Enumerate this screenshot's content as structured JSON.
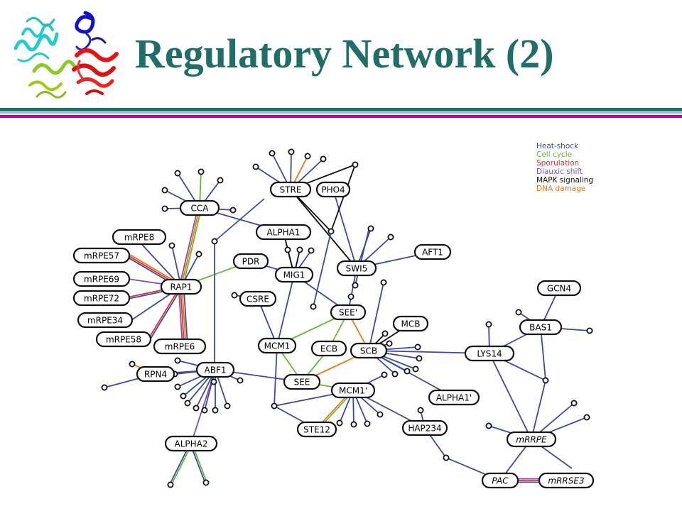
{
  "title": "Regulatory Network (2)",
  "colors": {
    "title": "#1f6e68",
    "rule_top": "#1f6e68",
    "rule_mid": "#7fd0d0",
    "rule_bottom": "#c000a0",
    "edge_default": "#3a4aa8"
  },
  "legend": [
    {
      "label": "Heat-shock",
      "color": "#3a4aa8"
    },
    {
      "label": "Cell cycle",
      "color": "#66bb33"
    },
    {
      "label": "Sporulation",
      "color": "#e03030"
    },
    {
      "label": "Diauxic shift",
      "color": "#8050b0"
    },
    {
      "label": "MAPK signaling",
      "color": "#111111"
    },
    {
      "label": "DNA damage",
      "color": "#ee7711"
    }
  ],
  "nodes": [
    {
      "id": "CCA",
      "label": "CCA"
    },
    {
      "id": "STRE",
      "label": "STRE"
    },
    {
      "id": "PHO4",
      "label": "PHO4"
    },
    {
      "id": "ALPHA1",
      "label": "ALPHA1"
    },
    {
      "id": "mRPE8",
      "label": "mRPE8"
    },
    {
      "id": "mRPE57",
      "label": "mRPE57"
    },
    {
      "id": "mRPE69",
      "label": "mRPE69"
    },
    {
      "id": "mRPE72",
      "label": "mRPE72"
    },
    {
      "id": "mRPE34",
      "label": "mRPE34"
    },
    {
      "id": "mRPE58",
      "label": "mRPE58"
    },
    {
      "id": "mRPE6",
      "label": "mRPE6"
    },
    {
      "id": "RAP1",
      "label": "RAP1"
    },
    {
      "id": "PDR",
      "label": "PDR"
    },
    {
      "id": "MIG1",
      "label": "MIG1"
    },
    {
      "id": "SWI5",
      "label": "SWI5"
    },
    {
      "id": "AFT1",
      "label": "AFT1"
    },
    {
      "id": "CSRE",
      "label": "CSRE"
    },
    {
      "id": "SEE1",
      "label": "SEE'"
    },
    {
      "id": "MCB",
      "label": "MCB"
    },
    {
      "id": "MCM1",
      "label": "MCM1"
    },
    {
      "id": "ECB",
      "label": "ECB"
    },
    {
      "id": "SCB",
      "label": "SCB"
    },
    {
      "id": "GCN4",
      "label": "GCN4"
    },
    {
      "id": "BAS1",
      "label": "BAS1"
    },
    {
      "id": "LYS14",
      "label": "LYS14"
    },
    {
      "id": "RPN4",
      "label": "RPN4"
    },
    {
      "id": "ABF1",
      "label": "ABF1"
    },
    {
      "id": "SEE",
      "label": "SEE"
    },
    {
      "id": "MCM1b",
      "label": "MCM1'"
    },
    {
      "id": "ALPHA1b",
      "label": "ALPHA1'"
    },
    {
      "id": "STE12",
      "label": "STE12"
    },
    {
      "id": "HAP234",
      "label": "HAP234"
    },
    {
      "id": "mRRPE",
      "label": "mRRPE"
    },
    {
      "id": "ALPHA2",
      "label": "ALPHA2"
    },
    {
      "id": "PAC",
      "label": "PAC"
    },
    {
      "id": "mRRSE3",
      "label": "mRRSE3"
    }
  ],
  "edges": [
    {
      "from": "CCA",
      "to": "RAP1",
      "colors": [
        "green",
        "orange",
        "purple"
      ]
    },
    {
      "from": "CCA",
      "to": "ALPHA1",
      "colors": [
        "blue"
      ]
    },
    {
      "from": "PDR",
      "to": "RAP1",
      "colors": [
        "green"
      ]
    },
    {
      "from": "PDR",
      "to": "MIG1",
      "colors": [
        "blue"
      ]
    },
    {
      "from": "ALPHA1",
      "to": "MIG1",
      "colors": [
        "black"
      ]
    },
    {
      "from": "STRE",
      "to": "SWI5",
      "colors": [
        "black"
      ]
    },
    {
      "from": "PHO4",
      "to": "SWI5",
      "colors": [
        "blue"
      ]
    },
    {
      "from": "SWI5",
      "to": "SEE1",
      "colors": [
        "blue"
      ]
    },
    {
      "from": "SWI5",
      "to": "AFT1",
      "colors": [
        "blue"
      ]
    },
    {
      "from": "MIG1",
      "to": "SEE1",
      "colors": [
        "blue"
      ]
    },
    {
      "from": "MIG1",
      "to": "MCM1",
      "colors": [
        "blue"
      ]
    },
    {
      "from": "CSRE",
      "to": "MCM1",
      "colors": [
        "blue"
      ]
    },
    {
      "from": "MCM1",
      "to": "SEE",
      "colors": [
        "green"
      ]
    },
    {
      "from": "MCM1",
      "to": "SEE1",
      "colors": [
        "green"
      ]
    },
    {
      "from": "SEE1",
      "to": "SCB",
      "colors": [
        "orange"
      ]
    },
    {
      "from": "SEE1",
      "to": "ECB",
      "colors": [
        "green"
      ]
    },
    {
      "from": "ECB",
      "to": "SEE",
      "colors": [
        "green"
      ]
    },
    {
      "from": "SEE",
      "to": "SCB",
      "colors": [
        "orange"
      ]
    },
    {
      "from": "SEE",
      "to": "MCM1b",
      "colors": [
        "green"
      ]
    },
    {
      "from": "SCB",
      "to": "MCB",
      "colors": [
        "black"
      ]
    },
    {
      "from": "SCB",
      "to": "LYS14",
      "colors": [
        "blue"
      ]
    },
    {
      "from": "SCB",
      "to": "ALPHA1b",
      "colors": [
        "blue"
      ]
    },
    {
      "from": "MCM1b",
      "to": "STE12",
      "colors": [
        "green",
        "orange"
      ]
    },
    {
      "from": "MCM1b",
      "to": "HAP234",
      "colors": [
        "blue"
      ]
    },
    {
      "from": "ABF1",
      "to": "SEE",
      "colors": [
        "blue"
      ]
    },
    {
      "from": "ABF1",
      "to": "RPN4",
      "colors": [
        "blue"
      ]
    },
    {
      "from": "ABF1",
      "to": "ALPHA2",
      "colors": [
        "purple"
      ]
    },
    {
      "from": "BAS1",
      "to": "GCN4",
      "colors": [
        "blue"
      ]
    },
    {
      "from": "BAS1",
      "to": "LYS14",
      "colors": [
        "blue"
      ]
    },
    {
      "from": "LYS14",
      "to": "mRRPE",
      "colors": [
        "blue"
      ]
    },
    {
      "from": "mRRPE",
      "to": "PAC",
      "colors": [
        "blue"
      ]
    },
    {
      "from": "PAC",
      "to": "mRRSE3",
      "colors": [
        "purple",
        "red",
        "blue"
      ]
    }
  ]
}
